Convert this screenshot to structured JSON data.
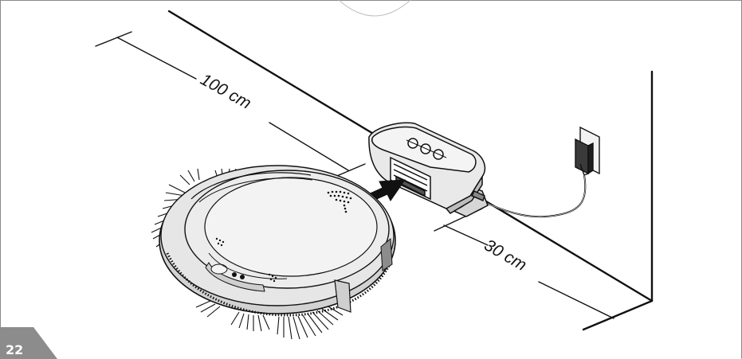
{
  "figure": {
    "distance_front": "100 cm",
    "distance_side": "30 cm",
    "page_number": "22"
  },
  "colors": {
    "line": "#111111",
    "body_fill": "#e9e9e9",
    "body_shadow": "#cfcfcf",
    "tab_fill": "#8c8c8c"
  },
  "icons": {
    "arrow": "insertion-arrow-icon",
    "plug": "wall-plug-icon",
    "robot": "robot-vacuum-icon",
    "station": "charging-station-icon"
  }
}
